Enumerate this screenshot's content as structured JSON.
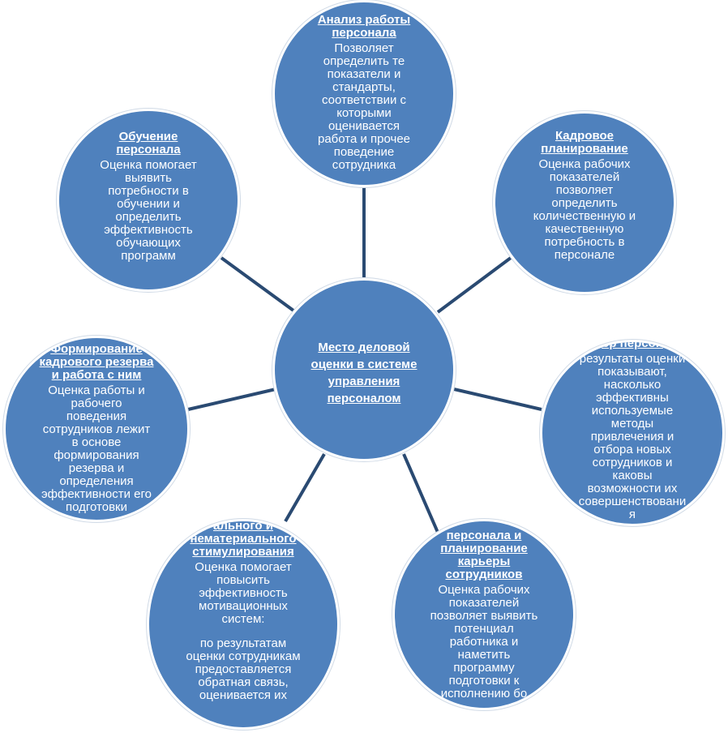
{
  "center": {
    "title": "Место деловой\nоценки  в системе\nуправления\nперсоналом"
  },
  "nodes": {
    "analysis": {
      "title": "Анализ работы\nперсонала",
      "body": "Позволяет\nопределить те\nпоказатели и\nстандарты,\nсоответствии с\nкоторыми\nоценивается\nработа и прочее\nповедение\nсотрудника"
    },
    "planning": {
      "title": "Кадровое\nпланирование",
      "body": "Оценка рабочих\nпоказателей\nпозволяет\nопределить\nколичественную и\nкачественную\nпотребность в\nперсонале"
    },
    "selection": {
      "title": "ор персон",
      "body": "результаты оценки\nпоказывают,\nнасколько\nэффективны\nиспользуемые\nметоды\nпривлечения и\nотбора новых\nсотрудников и\nкаковы\nвозможности их\nсовершенствовани\nя"
    },
    "career": {
      "title": "персонала и\nпланирование\nкарьеры\nсотрудников",
      "body": "Оценка рабочих\nпоказателей\nпозволяет выявить\nпотенциал\nработника и\nнаметить\nпрограмму\nподготовки к\nисполнению бо"
    },
    "motivation": {
      "title": "ального и\nнематериального\nстимулирования",
      "body": "Оценка помогает\nповысить\nэффективность\nмотивационных\nсистем:",
      "body2": "по результатам\nоценки сотрудникам\nпредоставляется\nобратная связь,\nоценивается их"
    },
    "reserve": {
      "title": "Формирование\nкадрового резерва\nи работа с ним",
      "body": "Оценка работы и\nрабочего\nповедения\nсотрудников лежит\nв основе\nформирования\nрезерва и\nопределения\nэффективности его\nподготовки"
    },
    "training": {
      "title": "Обучение\nперсонала",
      "body": "Оценка помогает\nвыявить\nпотребности в\nобучении и\nопределить\nэффективность\nобучающих\nпрограмм"
    }
  },
  "colors": {
    "node_fill": "#4f81bd",
    "connector": "#2a4a72",
    "text": "#ffffff"
  }
}
